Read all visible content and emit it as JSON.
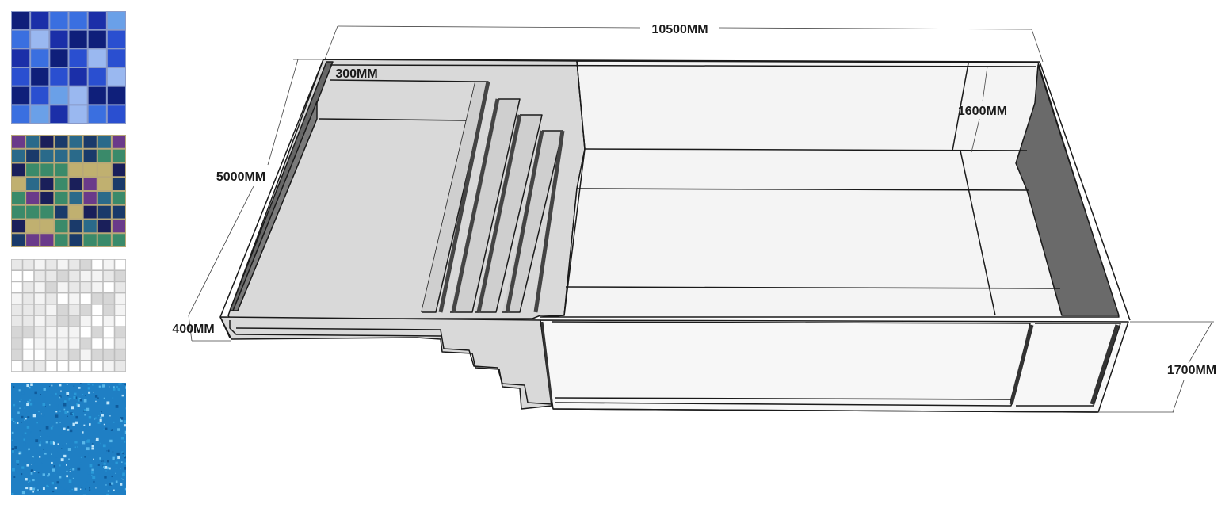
{
  "swatches": [
    {
      "name": "blue-iridescent-glass-mosaic",
      "colors": [
        "#1b2fa8",
        "#2a4fd0",
        "#0f1f7a",
        "#3a6fe0",
        "#6aa0e8",
        "#9ab8f0"
      ]
    },
    {
      "name": "dark-rainbow-glass-mosaic",
      "colors": [
        "#1a1f5a",
        "#2a6a8a",
        "#3a8a6a",
        "#6a3a8a",
        "#c0b070",
        "#1a3a6a"
      ]
    },
    {
      "name": "white-pearl-mosaic",
      "colors": [
        "#e8e8e8",
        "#f4f4f4",
        "#d6d6d6",
        "#ffffff"
      ]
    },
    {
      "name": "blue-glitter-mosaic",
      "colors": [
        "#1f7fc4",
        "#2a9ad8",
        "#5ab8ea",
        "#0f5a9a",
        "#bfe6fb"
      ]
    }
  ],
  "dimensions": {
    "length": "10500MM",
    "width": "5000MM",
    "bench_width": "300MM",
    "ledge_height": "400MM",
    "depth_inner": "1600MM",
    "depth_outer": "1700MM"
  },
  "colors": {
    "outline": "#1a1a1a",
    "shallow_gray": "#d8d8d8",
    "wall_dark": "#6e6e6e",
    "wall_light": "#f4f4f4"
  }
}
